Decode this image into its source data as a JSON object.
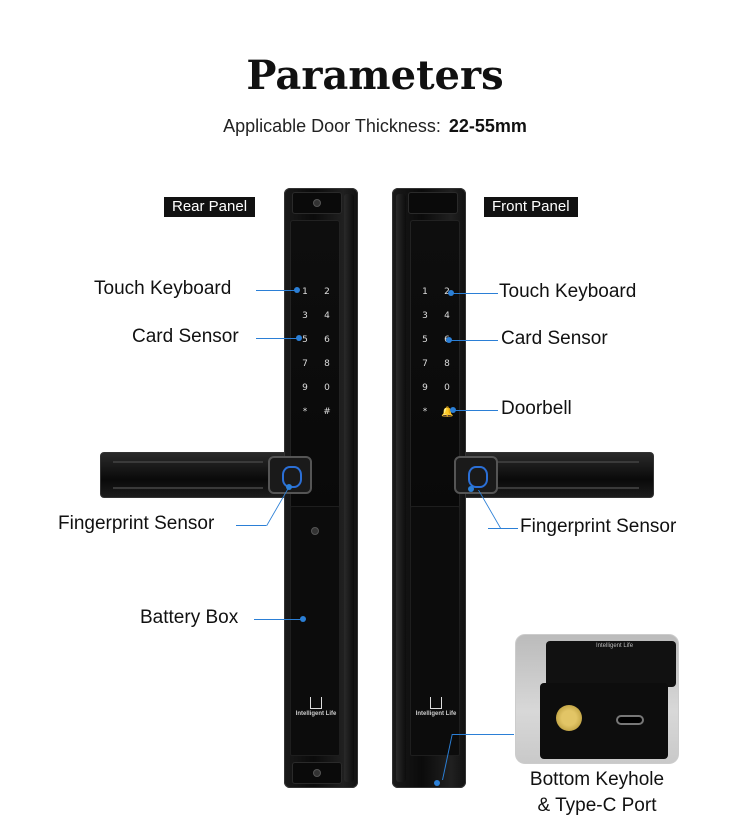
{
  "header": {
    "title": "Parameters",
    "thickness_label": "Applicable Door Thickness:",
    "thickness_value": "22-55mm"
  },
  "panels": {
    "rear": "Rear Panel",
    "front": "Front Panel"
  },
  "rear_labels": {
    "touch_keyboard": "Touch Keyboard",
    "card_sensor": "Card Sensor",
    "fingerprint_sensor": "Fingerprint Sensor",
    "battery_box": "Battery Box"
  },
  "front_labels": {
    "touch_keyboard": "Touch Keyboard",
    "card_sensor": "Card Sensor",
    "doorbell": "Doorbell",
    "fingerprint_sensor": "Fingerprint Sensor",
    "bottom_line1": "Bottom Keyhole",
    "bottom_line2": "& Type-C Port"
  },
  "keypad_keys": [
    "1",
    "2",
    "3",
    "4",
    "5",
    "6",
    "7",
    "8",
    "9",
    "0",
    "*",
    "#"
  ],
  "brand_text": "Intelligent Life",
  "photo_text": "Intelligent Life",
  "colors": {
    "accent": "#2b7fd6"
  }
}
